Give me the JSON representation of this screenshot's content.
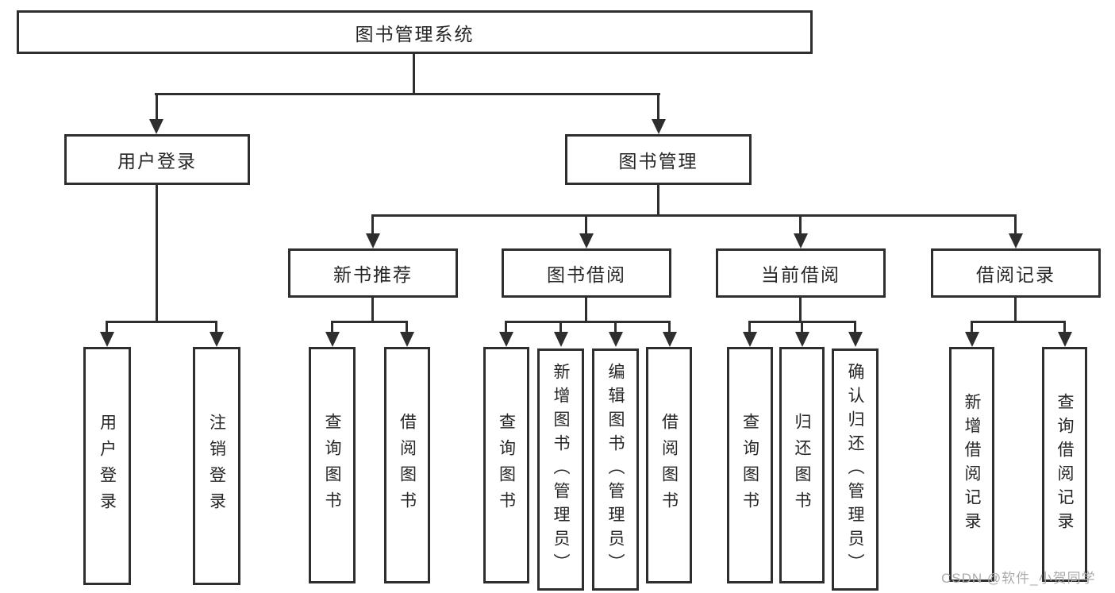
{
  "diagram": {
    "root": {
      "label": "图书管理系统"
    },
    "level2": {
      "user_login": {
        "label": "用户登录"
      },
      "book_mgmt": {
        "label": "图书管理"
      }
    },
    "level3": {
      "new_books": {
        "label": "新书推荐"
      },
      "book_borrow": {
        "label": "图书借阅"
      },
      "current_borrow": {
        "label": "当前借阅"
      },
      "borrow_records": {
        "label": "借阅记录"
      }
    },
    "level4": {
      "login": {
        "label": "用户登录"
      },
      "logout": {
        "label": "注销登录"
      },
      "nb_query_books": {
        "label": "查询图书"
      },
      "nb_borrow_books": {
        "label": "借阅图书"
      },
      "bb_query_books": {
        "label": "查询图书"
      },
      "bb_add_books": {
        "label": "新增图书（管理员）"
      },
      "bb_edit_books": {
        "label": "编辑图书（管理员）"
      },
      "bb_borrow_books": {
        "label": "借阅图书"
      },
      "cb_query_books": {
        "label": "查询图书"
      },
      "cb_return_books": {
        "label": "归还图书"
      },
      "cb_confirm_return": {
        "label": "确认归还（管理员）"
      },
      "br_add_record": {
        "label": "新增借阅记录"
      },
      "br_query_record": {
        "label": "查询借阅记录"
      }
    }
  },
  "watermark": {
    "text": "CSDN @软件_小贺同学"
  },
  "colors": {
    "line": "#2e2e2e",
    "text": "#262626",
    "watermark": "#ababab",
    "background": "#ffffff"
  }
}
